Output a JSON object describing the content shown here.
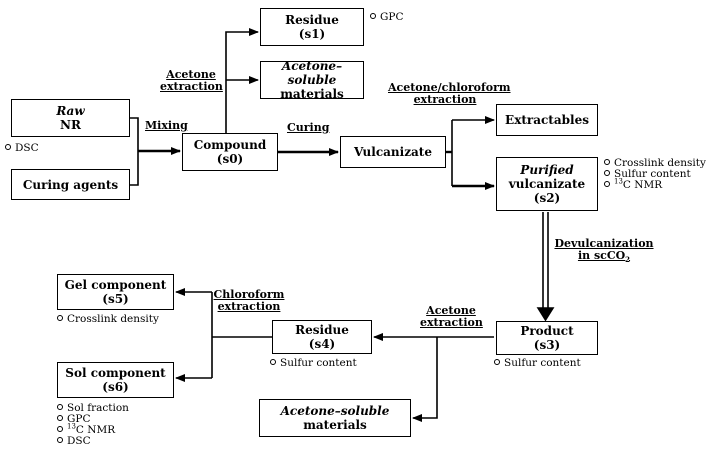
{
  "boxes": {
    "raw_nr": {
      "line1": "Raw",
      "line2": "NR"
    },
    "curing_agents": {
      "line1": "Curing agents"
    },
    "compound": {
      "line1": "Compound",
      "line2": "(s0)"
    },
    "residue_s1": {
      "line1": "Residue",
      "line2": "(s1)"
    },
    "acetone_soluble_top": {
      "line1": "Acetone–soluble",
      "line2": "materials"
    },
    "vulcanizate": {
      "line1": "Vulcanizate"
    },
    "extractables": {
      "line1": "Extractables"
    },
    "purified_vulcanizate": {
      "line1": "Purified",
      "line2": "vulcanizate",
      "line3": "(s2)"
    },
    "product_s3": {
      "line1": "Product",
      "line2": "(s3)"
    },
    "residue_s4": {
      "line1": "Residue",
      "line2": "(s4)"
    },
    "acetone_soluble_bottom": {
      "line1": "Acetone–soluble",
      "line2": "materials"
    },
    "gel_component": {
      "line1": "Gel component",
      "line2": "(s5)"
    },
    "sol_component": {
      "line1": "Sol component",
      "line2": "(s6)"
    }
  },
  "labels": {
    "mixing": "Mixing",
    "curing": "Curing",
    "acetone_extraction_top": {
      "line1": "Acetone",
      "line2": "extraction"
    },
    "acetone_chloroform": {
      "line1": "Acetone/chloroform",
      "line2": "extraction"
    },
    "devulcanization": {
      "line1": "Devulcanization",
      "line2_prefix": "in scCO",
      "line2_sub": "2"
    },
    "acetone_extraction_bottom": {
      "line1": "Acetone",
      "line2": "extraction"
    },
    "chloroform_extraction": {
      "line1": "Chloroform",
      "line2": "extraction"
    }
  },
  "notes": {
    "dsc_raw": "DSC",
    "gpc_s1": "GPC",
    "s2": {
      "crosslink": "Crosslink density",
      "sulfur": "Sulfur content",
      "nmr_sup": "13",
      "nmr_rest": "C NMR"
    },
    "sulfur_s3": "Sulfur content",
    "sulfur_s4": "Sulfur content",
    "crosslink_s5": "Crosslink density",
    "s6": {
      "sol_fraction": "Sol fraction",
      "gpc": "GPC",
      "nmr_sup": "13",
      "nmr_rest": "C NMR",
      "dsc": "DSC"
    }
  }
}
